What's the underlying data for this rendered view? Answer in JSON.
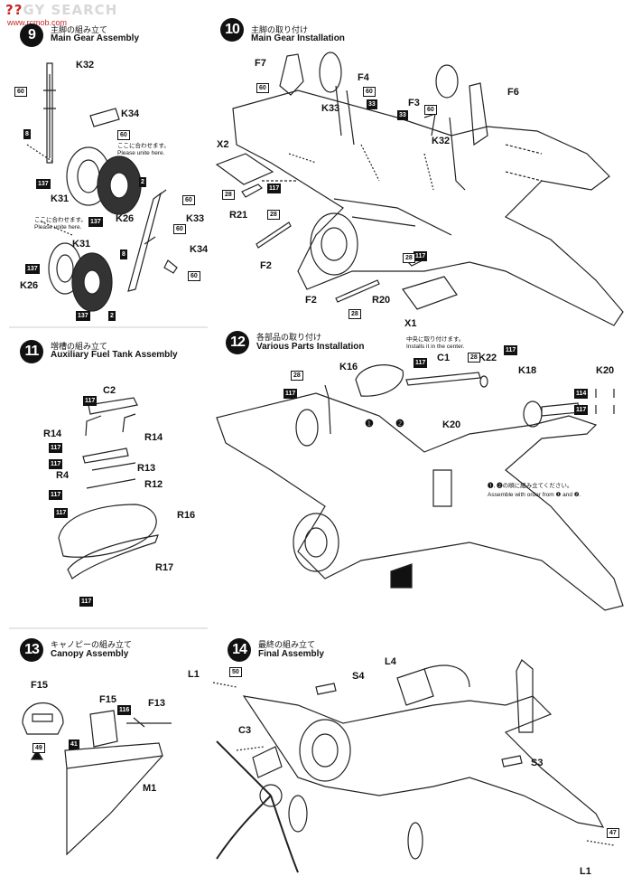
{
  "watermark": {
    "brand_a": "??",
    "brand_b": "G",
    "brand_c": "Y SEARCH",
    "url": "www.rcmob.com"
  },
  "steps": {
    "s9": {
      "num": "9",
      "jp": "主脚の組み立て",
      "en": "Main Gear Assembly"
    },
    "s10": {
      "num": "10",
      "jp": "主脚の取り付け",
      "en": "Main Gear Installation"
    },
    "s11": {
      "num": "11",
      "jp": "増槽の組み立て",
      "en": "Auxiliary Fuel Tank Assembly"
    },
    "s12": {
      "num": "12",
      "jp": "各部品の取り付け",
      "en": "Various Parts Installation"
    },
    "s13": {
      "num": "13",
      "jp": "キャノピーの組み立て",
      "en": "Canopy Assembly"
    },
    "s14": {
      "num": "14",
      "jp": "最終の組み立て",
      "en": "Final Assembly"
    }
  },
  "notes": {
    "unite1_jp": "ここに合わせます。",
    "unite1_en": "Please unite here.",
    "unite2_jp": "ここに合わせます。",
    "unite2_en": "Please unite here.",
    "center_jp": "中央に取り付けます。",
    "center_en": "Installs it in the center.",
    "order_jp": "❶, ❷の順に組み立てください。",
    "order_en": "Assemble with order from ❶ and ❷."
  },
  "parts": {
    "s9": [
      "K32",
      "K34",
      "K31",
      "K26",
      "K33",
      "K31",
      "K34",
      "K26"
    ],
    "s10": [
      "F7",
      "F4",
      "F6",
      "K33",
      "F3",
      "K32",
      "X2",
      "R21",
      "F2",
      "F2",
      "R20",
      "X1"
    ],
    "s11": [
      "C2",
      "R14",
      "R14",
      "R4",
      "R13",
      "R12",
      "R16",
      "R17"
    ],
    "s12": [
      "K16",
      "C1",
      "K22",
      "K18",
      "K20",
      "K20",
      "❶",
      "❷"
    ],
    "s13": [
      "F15",
      "F15",
      "F13",
      "M1"
    ],
    "s14": [
      "L1",
      "S4",
      "L4",
      "C3",
      "S3",
      "L1"
    ]
  },
  "paints": {
    "s9": [
      "60",
      "8",
      "60",
      "137",
      "2",
      "137",
      "60",
      "60",
      "8",
      "60",
      "137",
      "137",
      "2"
    ],
    "s10": [
      "60",
      "60",
      "33",
      "33",
      "60",
      "28",
      "117",
      "28",
      "117",
      "28",
      "28"
    ],
    "s11": [
      "117",
      "117",
      "117",
      "117",
      "117",
      "117"
    ],
    "s12": [
      "28",
      "117",
      "117",
      "28",
      "117",
      "114",
      "117"
    ],
    "s13": [
      "116",
      "41",
      "49"
    ],
    "s14": [
      "50",
      "47"
    ]
  }
}
